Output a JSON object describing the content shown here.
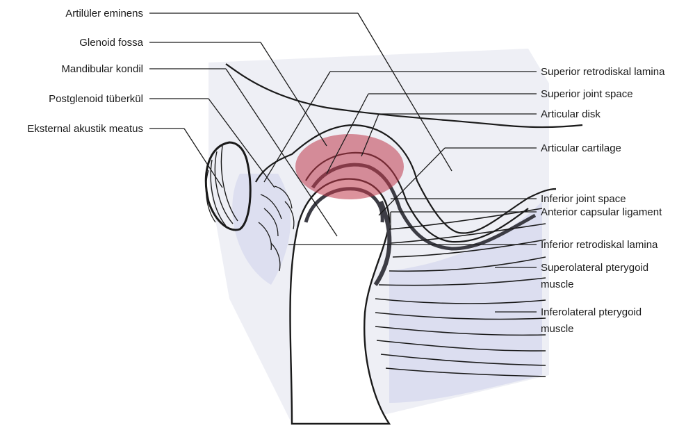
{
  "labels_left": [
    "Artilüler eminens",
    "Glenoid fossa",
    "Mandibular kondil",
    "Postglenoid tüberkül",
    "Eksternal akustik meatus"
  ],
  "labels_right": [
    "Superior retrodiskal lamina",
    "Superior joint space",
    "Articular disk",
    "Articular cartilage",
    "Inferior joint space",
    "Anterior capsular ligament",
    "Inferior retrodiskal lamina",
    "Superolateral pterygoid",
    "muscle",
    "Inferolateral pterygoid",
    "muscle"
  ],
  "colors": {
    "outline": "#1a1a1a",
    "tissue_fill": "#e8e9f2",
    "tissue_blue": "#c9cde8",
    "highlight": "#c0394b",
    "disk": "#3c3c44"
  }
}
